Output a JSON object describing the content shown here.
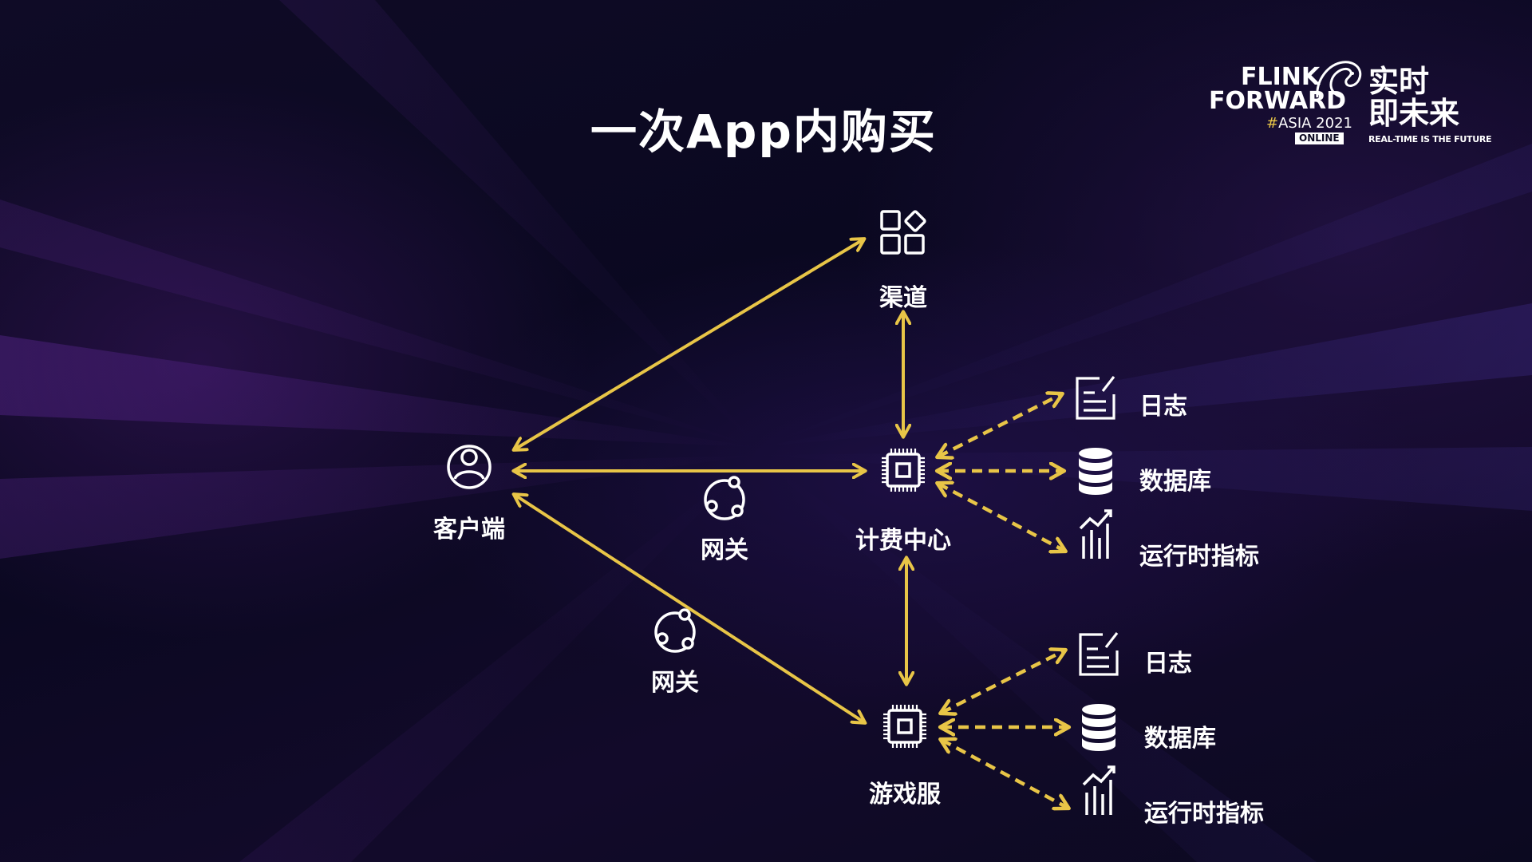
{
  "title": "一次App内购买",
  "colors": {
    "arrow": "#e8c547",
    "icon": "#ffffff"
  },
  "logo": {
    "line1": "FLINK",
    "line2": "FORWARD",
    "hash": "#",
    "event": "ASIA 2021",
    "badge": "ONLINE",
    "slogan_line1": "实时",
    "slogan_line2": "即未来",
    "slogan_en": "REAL-TIME IS THE FUTURE"
  },
  "nodes": {
    "client": {
      "label": "客户端",
      "icon": "user-icon"
    },
    "channel": {
      "label": "渠道",
      "icon": "apps-icon"
    },
    "billing": {
      "label": "计费中心",
      "icon": "chip-icon"
    },
    "game_server": {
      "label": "游戏服",
      "icon": "chip-icon"
    },
    "gateway_top": {
      "label": "网关",
      "icon": "share-icon"
    },
    "gateway_bottom": {
      "label": "网关",
      "icon": "share-icon"
    }
  },
  "billing_outputs": [
    {
      "label": "日志",
      "icon": "document-icon"
    },
    {
      "label": "数据库",
      "icon": "database-icon"
    },
    {
      "label": "运行时指标",
      "icon": "chart-icon"
    }
  ],
  "game_outputs": [
    {
      "label": "日志",
      "icon": "document-icon"
    },
    {
      "label": "数据库",
      "icon": "database-icon"
    },
    {
      "label": "运行时指标",
      "icon": "chart-icon"
    }
  ]
}
